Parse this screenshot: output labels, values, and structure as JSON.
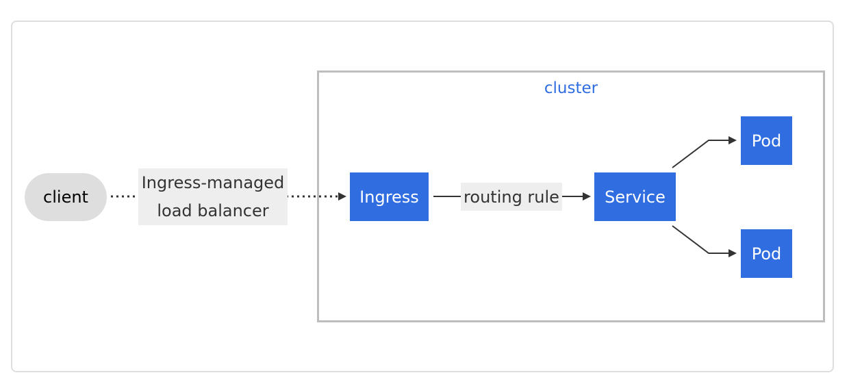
{
  "diagram": {
    "cluster_label": "cluster",
    "nodes": {
      "client": "client",
      "ingress": "Ingress",
      "service": "Service",
      "pod_top": "Pod",
      "pod_bottom": "Pod"
    },
    "edges": {
      "lb_line1": "Ingress-managed",
      "lb_line2": "load balancer",
      "routing": "routing rule"
    },
    "colors": {
      "node_fill": "#2f6de1",
      "client_fill": "#dedede",
      "cluster_border": "#bdbdbd",
      "edge_label_bg": "#eeeeee"
    }
  }
}
